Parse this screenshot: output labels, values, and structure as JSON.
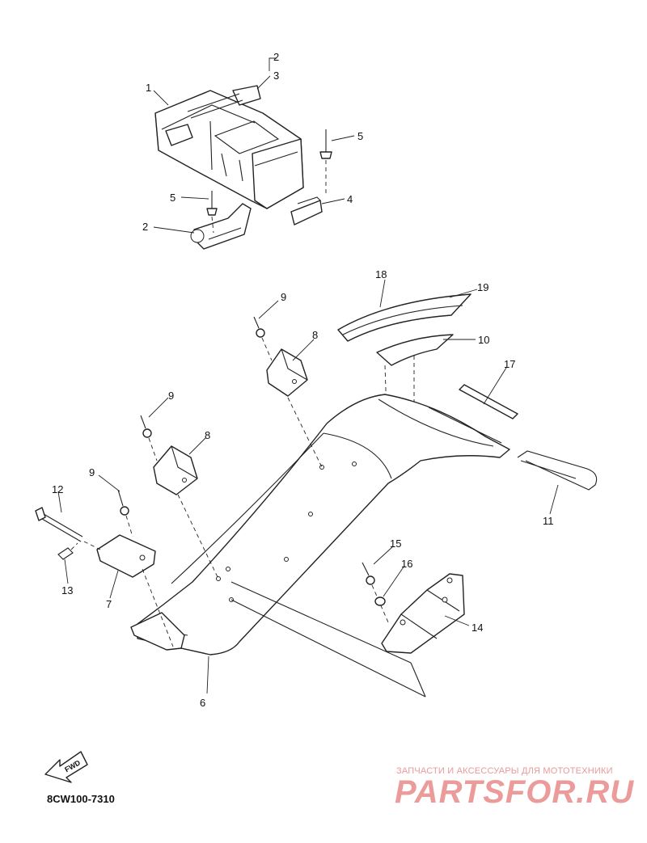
{
  "diagram": {
    "callouts": [
      {
        "id": "c1",
        "label": "1"
      },
      {
        "id": "c2a",
        "label": "2"
      },
      {
        "id": "c3",
        "label": "3"
      },
      {
        "id": "c5a",
        "label": "5"
      },
      {
        "id": "c5b",
        "label": "5"
      },
      {
        "id": "c4",
        "label": "4"
      },
      {
        "id": "c2b",
        "label": "2"
      },
      {
        "id": "c18",
        "label": "18"
      },
      {
        "id": "c19",
        "label": "19"
      },
      {
        "id": "c9a",
        "label": "9"
      },
      {
        "id": "c8a",
        "label": "8"
      },
      {
        "id": "c10",
        "label": "10"
      },
      {
        "id": "c17",
        "label": "17"
      },
      {
        "id": "c9b",
        "label": "9"
      },
      {
        "id": "c8b",
        "label": "8"
      },
      {
        "id": "c12",
        "label": "12"
      },
      {
        "id": "c9c",
        "label": "9"
      },
      {
        "id": "c11",
        "label": "11"
      },
      {
        "id": "c15",
        "label": "15"
      },
      {
        "id": "c16",
        "label": "16"
      },
      {
        "id": "c13",
        "label": "13"
      },
      {
        "id": "c7",
        "label": "7"
      },
      {
        "id": "c14",
        "label": "14"
      },
      {
        "id": "c6",
        "label": "6"
      }
    ],
    "fwd_label": "FWD",
    "drawing_code": "8CW100-7310"
  },
  "watermark": {
    "subtitle": "ЗАПЧАСТИ И АКСЕССУАРЫ ДЛЯ МОТОТЕХНИКИ",
    "logo": "PARTSFOR.RU"
  },
  "colors": {
    "line": "#222222",
    "background": "#ffffff",
    "watermark": "#ec9b9b"
  }
}
